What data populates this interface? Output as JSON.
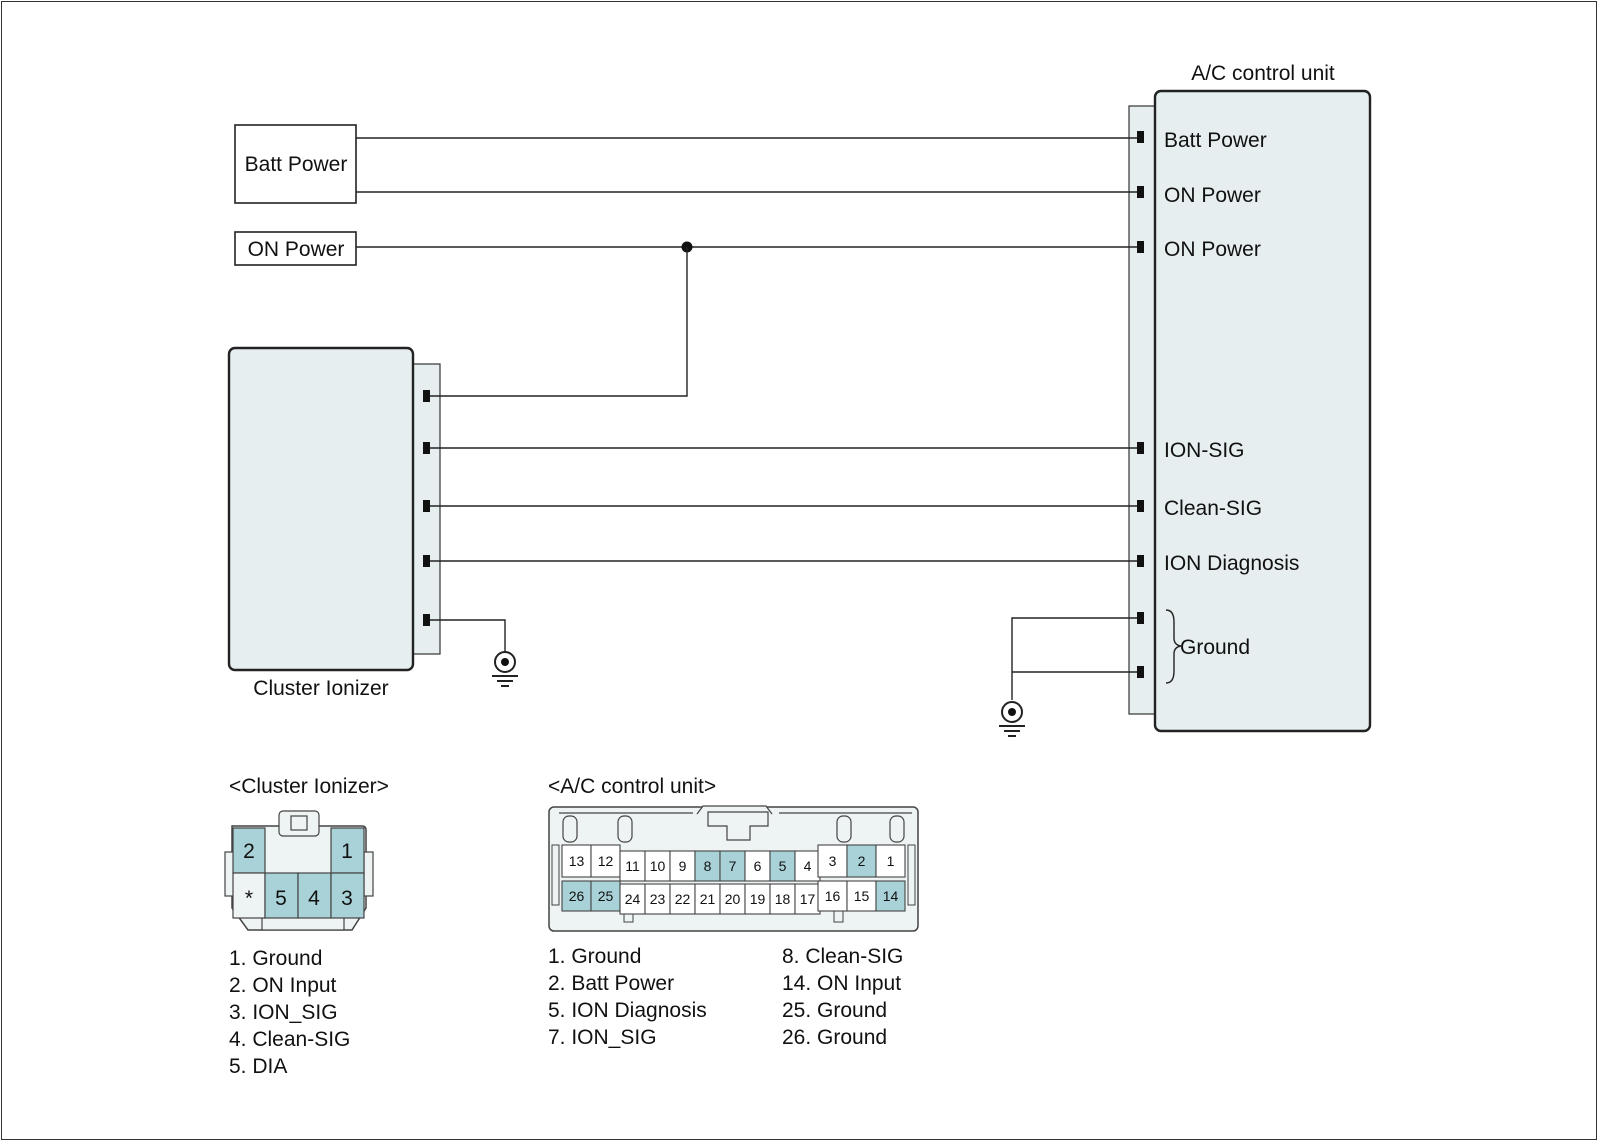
{
  "colors": {
    "unit_fill": "#e6eef0",
    "pin_highlight": "#a9d2d8",
    "pin_plain": "#eef3f4",
    "line": "#222222"
  },
  "sources": {
    "batt_power": "Batt Power",
    "on_power": "ON Power"
  },
  "ac_unit": {
    "title": "A/C control unit",
    "terminals": [
      "Batt Power",
      "ON Power",
      "ON Power",
      "ION-SIG",
      "Clean-SIG",
      "ION Diagnosis"
    ],
    "ground": "Ground"
  },
  "ionizer": {
    "title": "Cluster Ionizer"
  },
  "ground_symbols": [
    "ground-icon",
    "ground-icon"
  ],
  "connector_ionizer": {
    "title": "<Cluster Ionizer>",
    "top_pins": [
      "2",
      "1"
    ],
    "bottom_pins": [
      "*",
      "5",
      "4",
      "3"
    ],
    "legend": [
      "1. Ground",
      "2. ON Input",
      "3. ION_SIG",
      "4. Clean-SIG",
      "5. DIA"
    ]
  },
  "connector_ac": {
    "title": "<A/C control unit>",
    "top_left": [
      "13",
      "12"
    ],
    "middle_top": [
      "11",
      "10",
      "9",
      "8",
      "7",
      "6",
      "5",
      "4"
    ],
    "top_right": [
      "3",
      "2",
      "1"
    ],
    "bottom_left": [
      "26",
      "25"
    ],
    "middle_bottom": [
      "24",
      "23",
      "22",
      "21",
      "20",
      "19",
      "18",
      "17"
    ],
    "bottom_right": [
      "16",
      "15",
      "14"
    ],
    "legend_left": [
      "1. Ground",
      "2. Batt Power",
      "5. ION Diagnosis",
      "7. ION_SIG"
    ],
    "legend_right": [
      "8. Clean-SIG",
      "14. ON Input",
      "25. Ground",
      "26. Ground"
    ]
  }
}
